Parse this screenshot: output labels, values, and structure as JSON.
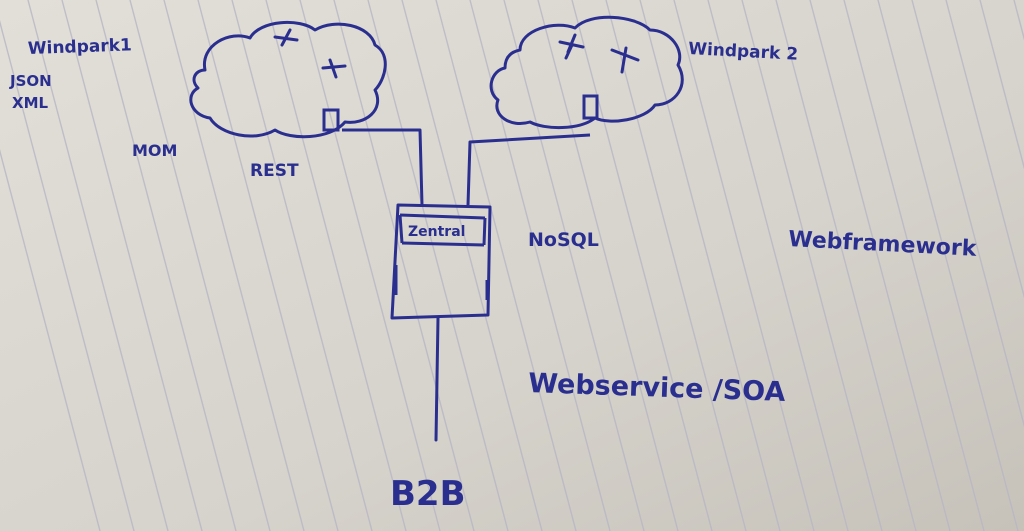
{
  "colors": {
    "paper": "#dcd9d2",
    "paper_shadow": "#c9c5bd",
    "ruling": "#b8b6c4",
    "ink": "#2a2f8f"
  },
  "labels": {
    "windpark1": "Windpark1",
    "json": "JSON",
    "xml": "XML",
    "mom": "MOM",
    "rest": "REST",
    "windpark2": "Windpark 2",
    "zentral": "Zentral",
    "nosql": "NoSQL",
    "webframework": "Webframework",
    "webservice": "Webservice /SOA",
    "b2b": "B2B"
  }
}
